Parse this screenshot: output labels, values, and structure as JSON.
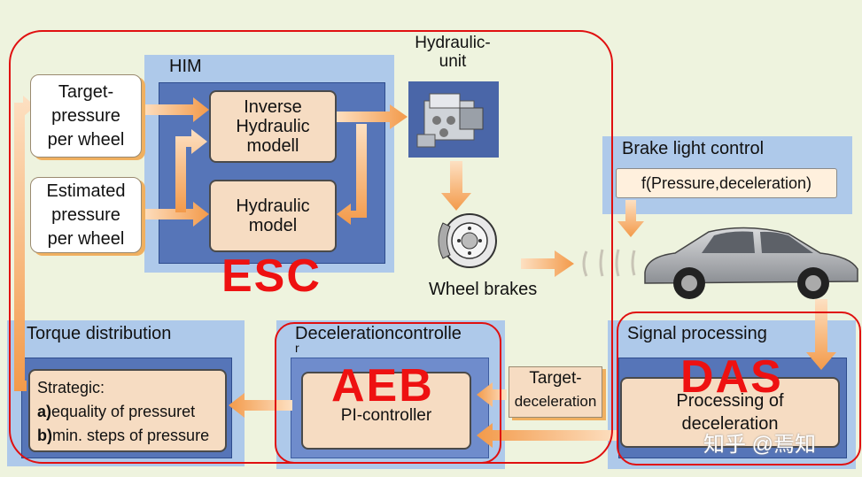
{
  "labels": {
    "him": "HIM",
    "hydraulic_unit_line1": "Hydraulic-",
    "hydraulic_unit_line2": "unit",
    "target_pressure_line1": "Target-",
    "target_pressure_line2": "pressure",
    "target_pressure_line3": "per wheel",
    "estimated_pressure_line1": "Estimated",
    "estimated_pressure_line2": "pressure",
    "estimated_pressure_line3": "per wheel",
    "inverse_model_line1": "Inverse",
    "inverse_model_line2": "Hydraulic",
    "inverse_model_line3": "modell",
    "hydraulic_model_line1": "Hydraulic",
    "hydraulic_model_line2": "model",
    "wheel_brakes": "Wheel brakes",
    "brake_light_control": "Brake light control",
    "brake_light_formula": "f(Pressure,deceleration)",
    "torque_distribution": "Torque distribution",
    "strategic_title": "Strategic:",
    "strategic_a_prefix": "a)",
    "strategic_a_text": "equality of pressuret",
    "strategic_b_prefix": "b)",
    "strategic_b_text": "min. steps of pressure",
    "deceleration_controller": "Decelerationcontrolle",
    "deceleration_controller_tail": "r",
    "pi_controller": "PI-controller",
    "target_decel_line1": "Target-",
    "target_decel_line2": "deceleration",
    "signal_processing": "Signal processing",
    "processing_line1": "Processing of",
    "processing_line2": "deceleration"
  },
  "annotations": {
    "esc": "ESC",
    "aeb": "AEB",
    "das": "DAS"
  },
  "watermark": "知乎 @焉知",
  "colors": {
    "annotation_red": "#ee1111",
    "arrow_orange": "#f39a4a",
    "panel_blue": "#aec9ea",
    "box_peach": "#f6dcc2"
  }
}
